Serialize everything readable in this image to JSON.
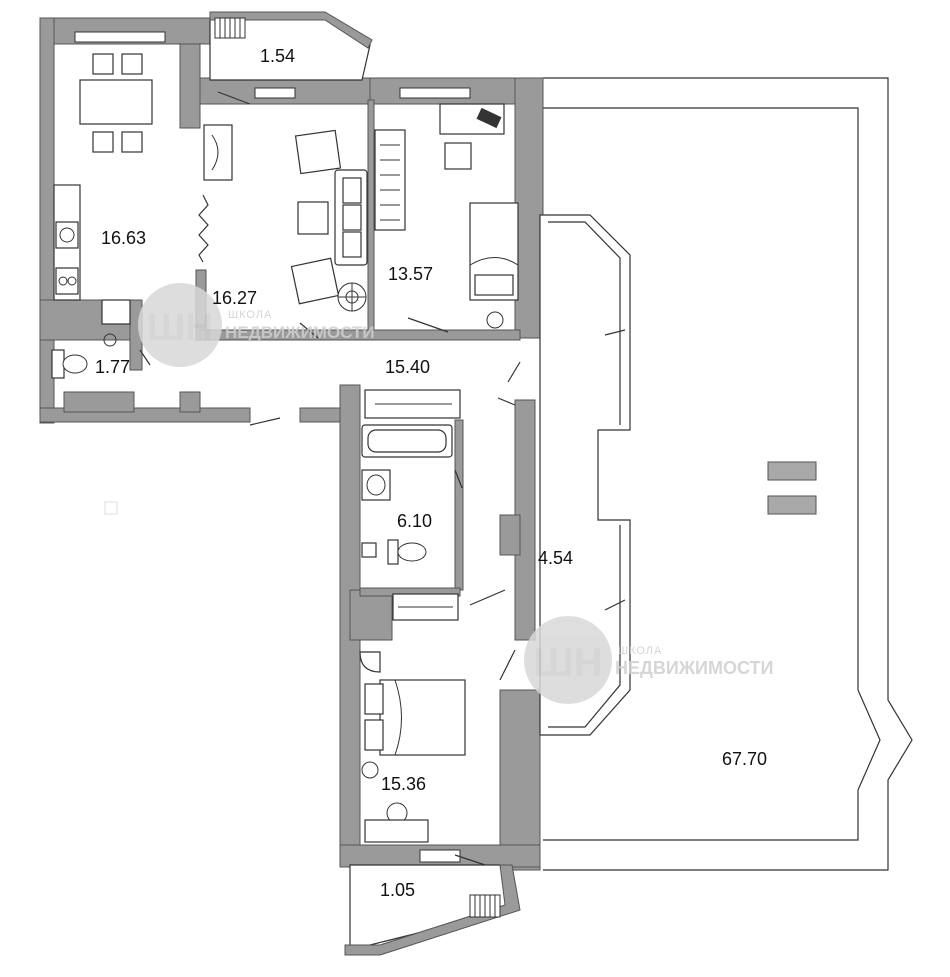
{
  "rooms": [
    {
      "id": "kitchen",
      "area": "16.63"
    },
    {
      "id": "balcony_top",
      "area": "1.54"
    },
    {
      "id": "living_room",
      "area": "16.27"
    },
    {
      "id": "bedroom_1",
      "area": "13.57"
    },
    {
      "id": "wc",
      "area": "1.77"
    },
    {
      "id": "hall",
      "area": "15.40"
    },
    {
      "id": "bathroom",
      "area": "6.10"
    },
    {
      "id": "loggia",
      "area": "4.54"
    },
    {
      "id": "bedroom_2",
      "area": "15.36"
    },
    {
      "id": "terrace",
      "area": "67.70"
    },
    {
      "id": "balcony_bottom",
      "area": "1.05"
    }
  ],
  "watermark": {
    "logo": "ШН",
    "line1": "ШКОЛА",
    "line2": "НЕДВИЖИМОСТИ"
  },
  "colors": {
    "wall": "#9a9a9a",
    "line": "#333333",
    "watermark": "#cfcfcf"
  }
}
